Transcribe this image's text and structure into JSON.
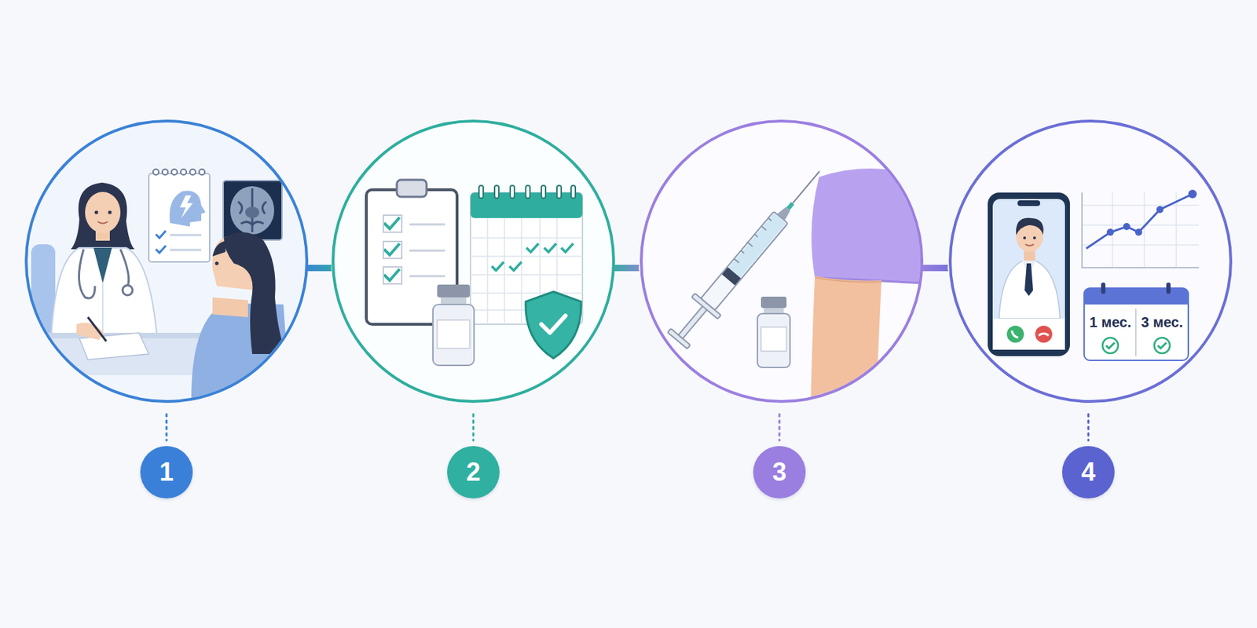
{
  "diagram": {
    "nodes": [
      {
        "text": [
          "1"
        ]
      },
      {
        "text": [
          "2"
        ]
      },
      {
        "text": [
          "3"
        ]
      },
      {
        "text": [
          "4"
        ]
      }
    ],
    "labels": [
      "1 мес.",
      "3 мес."
    ]
  }
}
